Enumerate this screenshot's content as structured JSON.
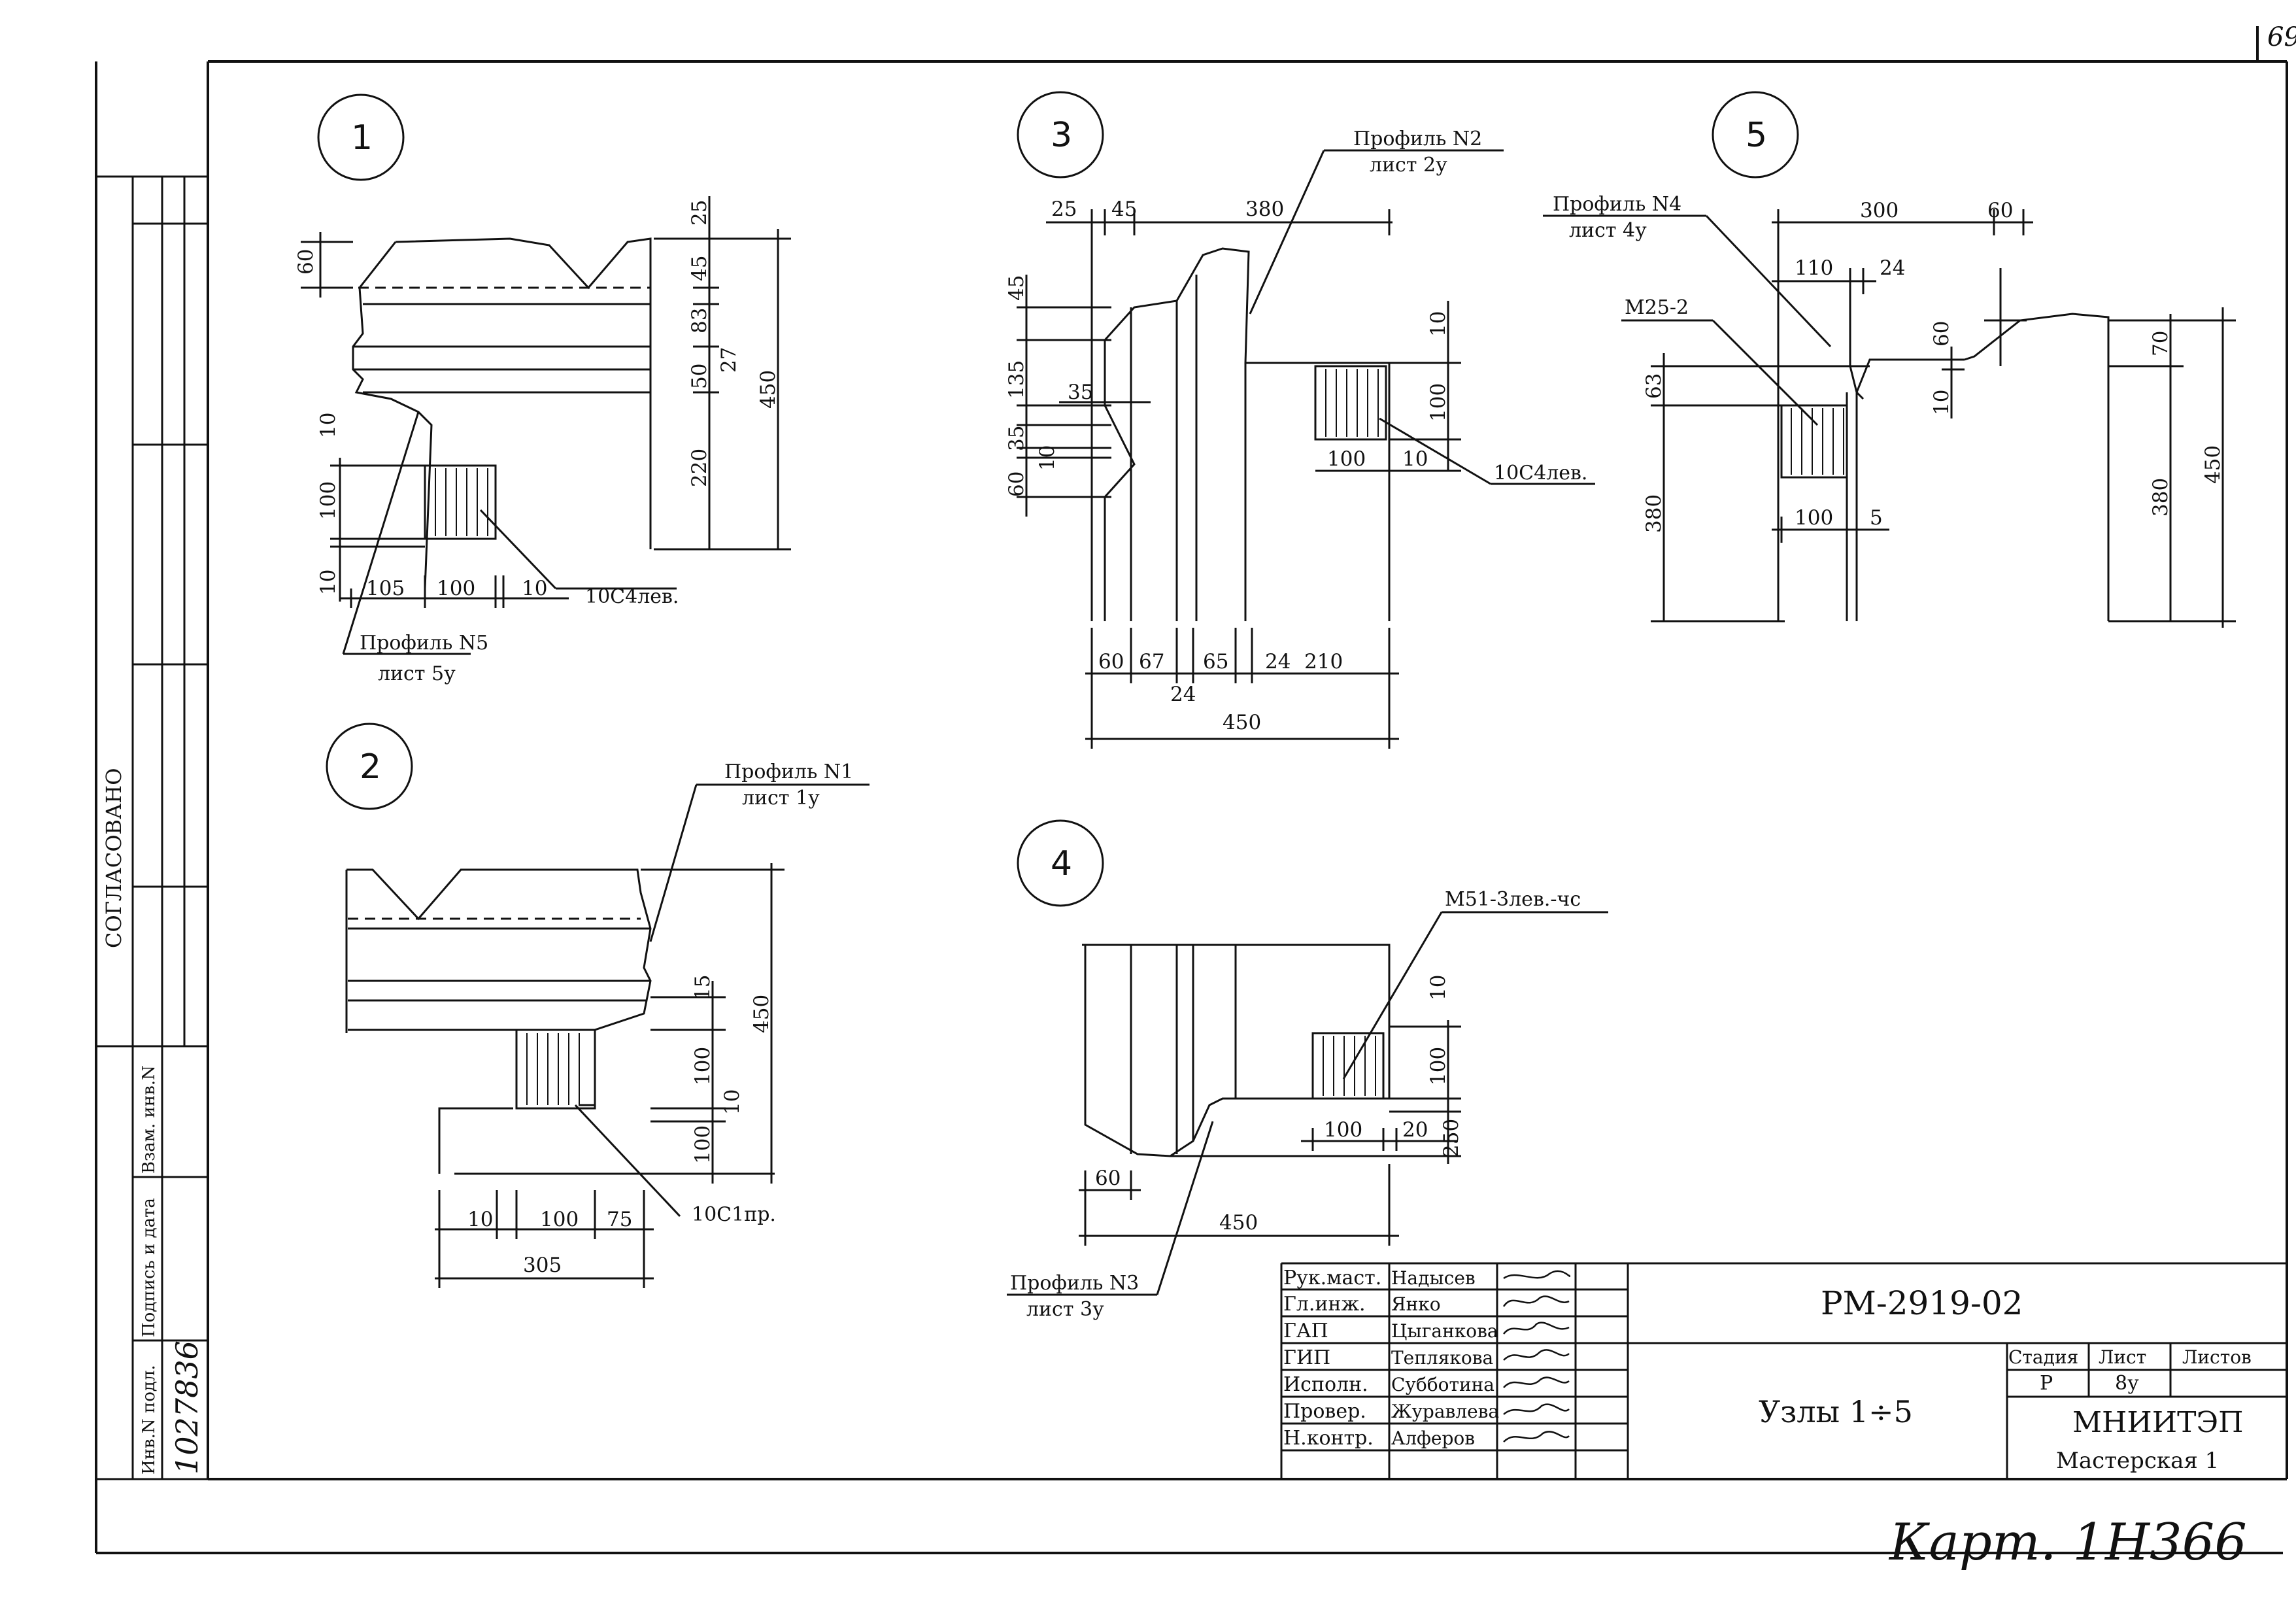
{
  "corner_number": "69",
  "side_stamp": {
    "agreed": "СОГЛАСОВАНО",
    "inv_orig": "Инв.N подл.",
    "signature_date": "Подпись и дата",
    "replace_inv": "Взам. инв.N",
    "inv_number": "1027836"
  },
  "nodes": [
    {
      "number": "1"
    },
    {
      "number": "2"
    },
    {
      "number": "3"
    },
    {
      "number": "4"
    },
    {
      "number": "5"
    }
  ],
  "node1": {
    "dims": {
      "d60": "60",
      "d25": "25",
      "d45": "45",
      "d83": "83",
      "d27": "27",
      "d50": "50",
      "d220": "220",
      "d450": "450",
      "d10a": "10",
      "d100": "100",
      "d10b": "10",
      "d105": "105",
      "d100h": "100",
      "d10h": "10"
    },
    "element": "10С4лев.",
    "profile": "Профиль N5",
    "sheet": "лист 5у"
  },
  "node2": {
    "dims": {
      "d15": "15",
      "d450": "450",
      "d100a": "100",
      "d10": "10",
      "d100b": "100",
      "d10h": "10",
      "d100h": "100",
      "d75": "75",
      "d305": "305"
    },
    "element": "10С1пр.",
    "profile": "Профиль N1",
    "sheet": "лист 1у"
  },
  "node3": {
    "dims": {
      "d25": "25",
      "d45t": "45",
      "d380": "380",
      "d45": "45",
      "d135": "135",
      "d35a": "35",
      "d35b": "35",
      "d10": "10",
      "d60": "60",
      "d10r": "10",
      "d100r": "100",
      "d100h": "100",
      "d10h": "10",
      "b60": "60",
      "b67": "67",
      "b65": "65",
      "b24a": "24",
      "b210": "210",
      "b24b": "24",
      "b450": "450"
    },
    "element": "10С4лев.",
    "profile": "Профиль N2",
    "sheet": "лист 2у"
  },
  "node4": {
    "dims": {
      "d10": "10",
      "d100": "100",
      "d250": "250",
      "d100h": "100",
      "d20": "20",
      "d60": "60",
      "d450": "450"
    },
    "element": "М51-3лев.-чс",
    "profile": "Профиль N3",
    "sheet": "лист 3у"
  },
  "node5": {
    "dims": {
      "d300": "300",
      "d60t": "60",
      "d110": "110",
      "d24": "24",
      "d60": "60",
      "d63": "63",
      "d10": "10",
      "d70": "70",
      "d380l": "380",
      "d380r": "380",
      "d450": "450",
      "d100": "100",
      "d5": "5"
    },
    "element": "М25-2",
    "profile": "Профиль N4",
    "sheet": "лист 4у"
  },
  "title_block": {
    "roles": [
      {
        "role": "Рук.маст.",
        "name": "Надысев"
      },
      {
        "role": "Гл.инж.",
        "name": "Янко"
      },
      {
        "role": "ГАП",
        "name": "Цыганкова"
      },
      {
        "role": "ГИП",
        "name": "Теплякова"
      },
      {
        "role": "Исполн.",
        "name": "Субботина"
      },
      {
        "role": "Провер.",
        "name": "Журавлева"
      },
      {
        "role": "Н.контр.",
        "name": "Алферов"
      }
    ],
    "doc_code": "РМ-2919-02",
    "sheet_title": "Узлы 1÷5",
    "stage_label": "Стадия",
    "sheet_label": "Лист",
    "sheets_label": "Листов",
    "stage": "Р",
    "sheet": "8у",
    "org": "МНИИТЭП",
    "workshop": "Мастерская 1"
  },
  "handwritten_note": "Карт. 1Н366"
}
